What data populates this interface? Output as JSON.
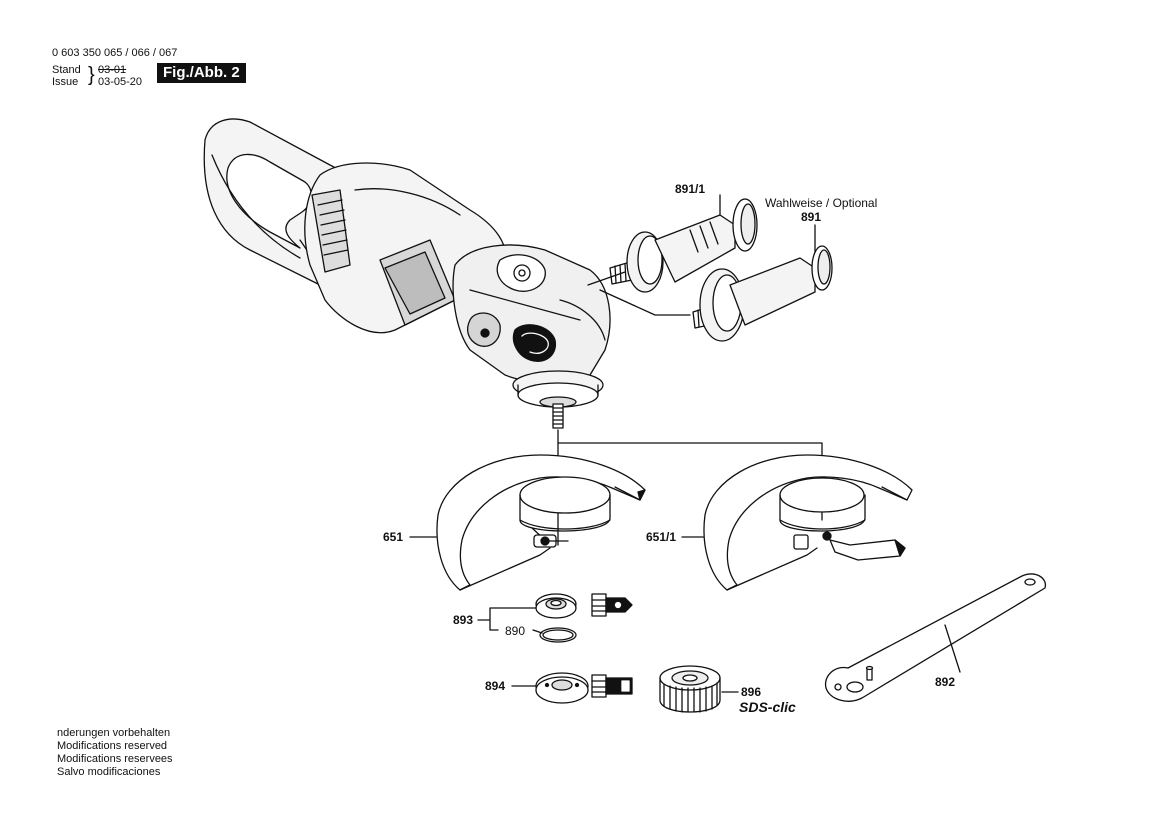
{
  "header": {
    "part_numbers": "0 603 350 065 / 066 / 067",
    "stand_label": "Stand",
    "issue_label": "Issue",
    "stand_date": "03-01",
    "issue_date": "03-05-20",
    "figure_label": "Fig./Abb. 2"
  },
  "labels": {
    "handle_891_1": "891/1",
    "optional_text": "Wahlweise / Optional",
    "handle_891": "891",
    "guard_651": "651",
    "guard_651_1": "651/1",
    "flange_893": "893",
    "ring_890": "890",
    "nut_894": "894",
    "nut_896": "896",
    "sds_clic": "SDS-clic",
    "spanner_892": "892"
  },
  "footer": {
    "line1": "nderungen vorbehalten",
    "line2": "Modifications reserved",
    "line3": "Modifications reservees",
    "line4": "Salvo modificaciones"
  },
  "colors": {
    "ink": "#111111",
    "shade": "#d9d9d9",
    "light": "#f2f2f2"
  }
}
